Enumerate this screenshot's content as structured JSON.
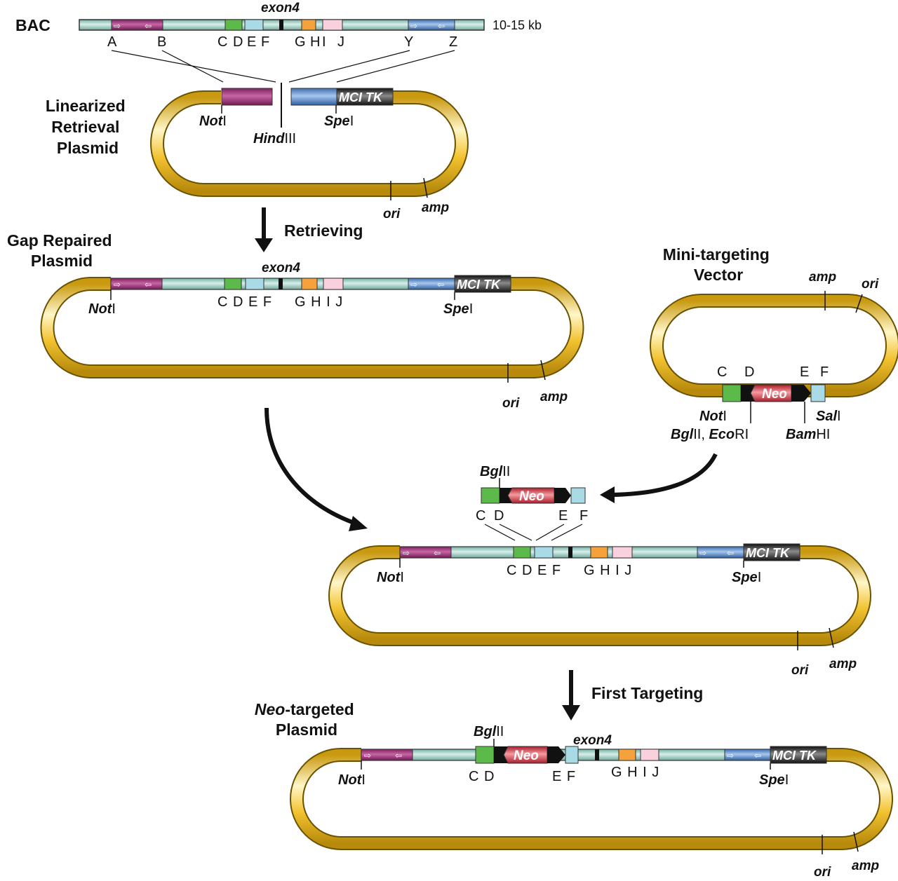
{
  "bac": {
    "label": "BAC",
    "size": "10-15 kb",
    "exon": "exon4",
    "markers": [
      "A",
      "B",
      "C",
      "D",
      "E",
      "F",
      "G",
      "H",
      "I",
      "J",
      "Y",
      "Z"
    ]
  },
  "retrieval": {
    "title_lines": [
      "Linearized",
      "Retrieval",
      "Plasmid"
    ],
    "not_prefix": "Not",
    "not_suffix": "I",
    "hind_prefix": "Hind",
    "hind_suffix": "III",
    "spe_prefix": "Spe",
    "spe_suffix": "I",
    "cassette": "MCI TK",
    "ori": "ori",
    "amp": "amp"
  },
  "step1": {
    "label": "Retrieving"
  },
  "gap": {
    "title_lines": [
      "Gap Repaired",
      "Plasmid"
    ],
    "exon": "exon4",
    "markers_left": "C D E F",
    "markers_right": "G H I J",
    "not_prefix": "Not",
    "not_suffix": "I",
    "spe_prefix": "Spe",
    "spe_suffix": "I",
    "cassette": "MCI TK",
    "ori": "ori",
    "amp": "amp"
  },
  "mini": {
    "title_lines": [
      "Mini-targeting",
      "Vector"
    ],
    "amp": "amp",
    "ori": "ori",
    "markers": [
      "C",
      "D",
      "E",
      "F"
    ],
    "neo": "Neo",
    "not_prefix": "Not",
    "not_suffix": "I",
    "sal_prefix": "Sal",
    "sal_suffix": "I",
    "bgl_eco_prefix": "Bgl",
    "bgl_eco_mid": "II, ",
    "eco_prefix": "Eco",
    "eco_suffix": "RI",
    "bam_prefix": "Bam",
    "bam_suffix": "HI"
  },
  "fragment": {
    "bgl_prefix": "Bgl",
    "bgl_suffix": "II",
    "neo": "Neo",
    "markers": [
      "C",
      "D",
      "E",
      "F"
    ]
  },
  "target_plasmid": {
    "markers_left": "C D E F",
    "markers_right": "G H I J",
    "not_prefix": "Not",
    "not_suffix": "I",
    "spe_prefix": "Spe",
    "spe_suffix": "I",
    "cassette": "MCI TK",
    "ori": "ori",
    "amp": "amp"
  },
  "step2": {
    "label": "First Targeting"
  },
  "neo_targeted": {
    "title_prefix": "Neo",
    "title_rest": "-targeted",
    "title_line2": "Plasmid",
    "bgl_prefix": "Bgl",
    "bgl_suffix": "II",
    "exon": "exon4",
    "neo": "Neo",
    "markers_cd": "C D",
    "markers_ef": "E  F",
    "markers_right": "G H I  J",
    "not_prefix": "Not",
    "not_suffix": "I",
    "spe_prefix": "Spe",
    "spe_suffix": "I",
    "cassette": "MCI TK",
    "ori": "ori",
    "amp": "amp"
  },
  "colors": {
    "backbone": "#f2c230",
    "backbone_light": "#fff6c8",
    "homology": "#9ecfc4",
    "magenta": "#a3357f",
    "blue_arm": "#5b8fd0",
    "green": "#5cba4a",
    "light_blue": "#a8dbe6",
    "orange": "#f5a23c",
    "pink": "#f8d0de",
    "neo_red": "#d9303c",
    "tk_dark": "#2b2b2b"
  }
}
